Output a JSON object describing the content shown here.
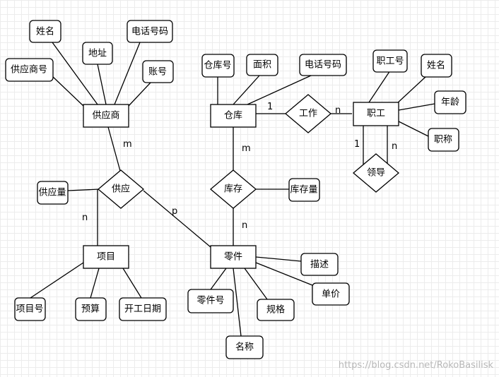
{
  "entities": {
    "supplier": "供应商",
    "warehouse": "仓库",
    "staff": "职工",
    "project": "项目",
    "part": "零件"
  },
  "relationships": {
    "supply": "供应",
    "stock": "库存",
    "work": "工作",
    "lead": "领导"
  },
  "attributes": {
    "supplier_name": "姓名",
    "supplier_address": "地址",
    "supplier_phone": "电话号码",
    "supplier_no": "供应商号",
    "supplier_account": "账号",
    "warehouse_no": "仓库号",
    "warehouse_area": "面积",
    "warehouse_phone": "电话号码",
    "staff_no": "职工号",
    "staff_name": "姓名",
    "staff_age": "年龄",
    "staff_title": "职称",
    "supply_qty": "供应量",
    "stock_qty": "库存量",
    "project_no": "项目号",
    "project_budget": "预算",
    "project_start": "开工日期",
    "part_no": "零件号",
    "part_name": "名称",
    "part_spec": "规格",
    "part_desc": "描述",
    "part_price": "单价"
  },
  "cardinalities": {
    "supplier_supply": "m",
    "project_supply": "n",
    "part_supply": "p",
    "warehouse_stock": "m",
    "part_stock": "n",
    "warehouse_work": "1",
    "staff_work": "n",
    "lead_one": "1",
    "lead_many": "n"
  },
  "watermark": "https://blog.csdn.net/RokoBasilisk"
}
